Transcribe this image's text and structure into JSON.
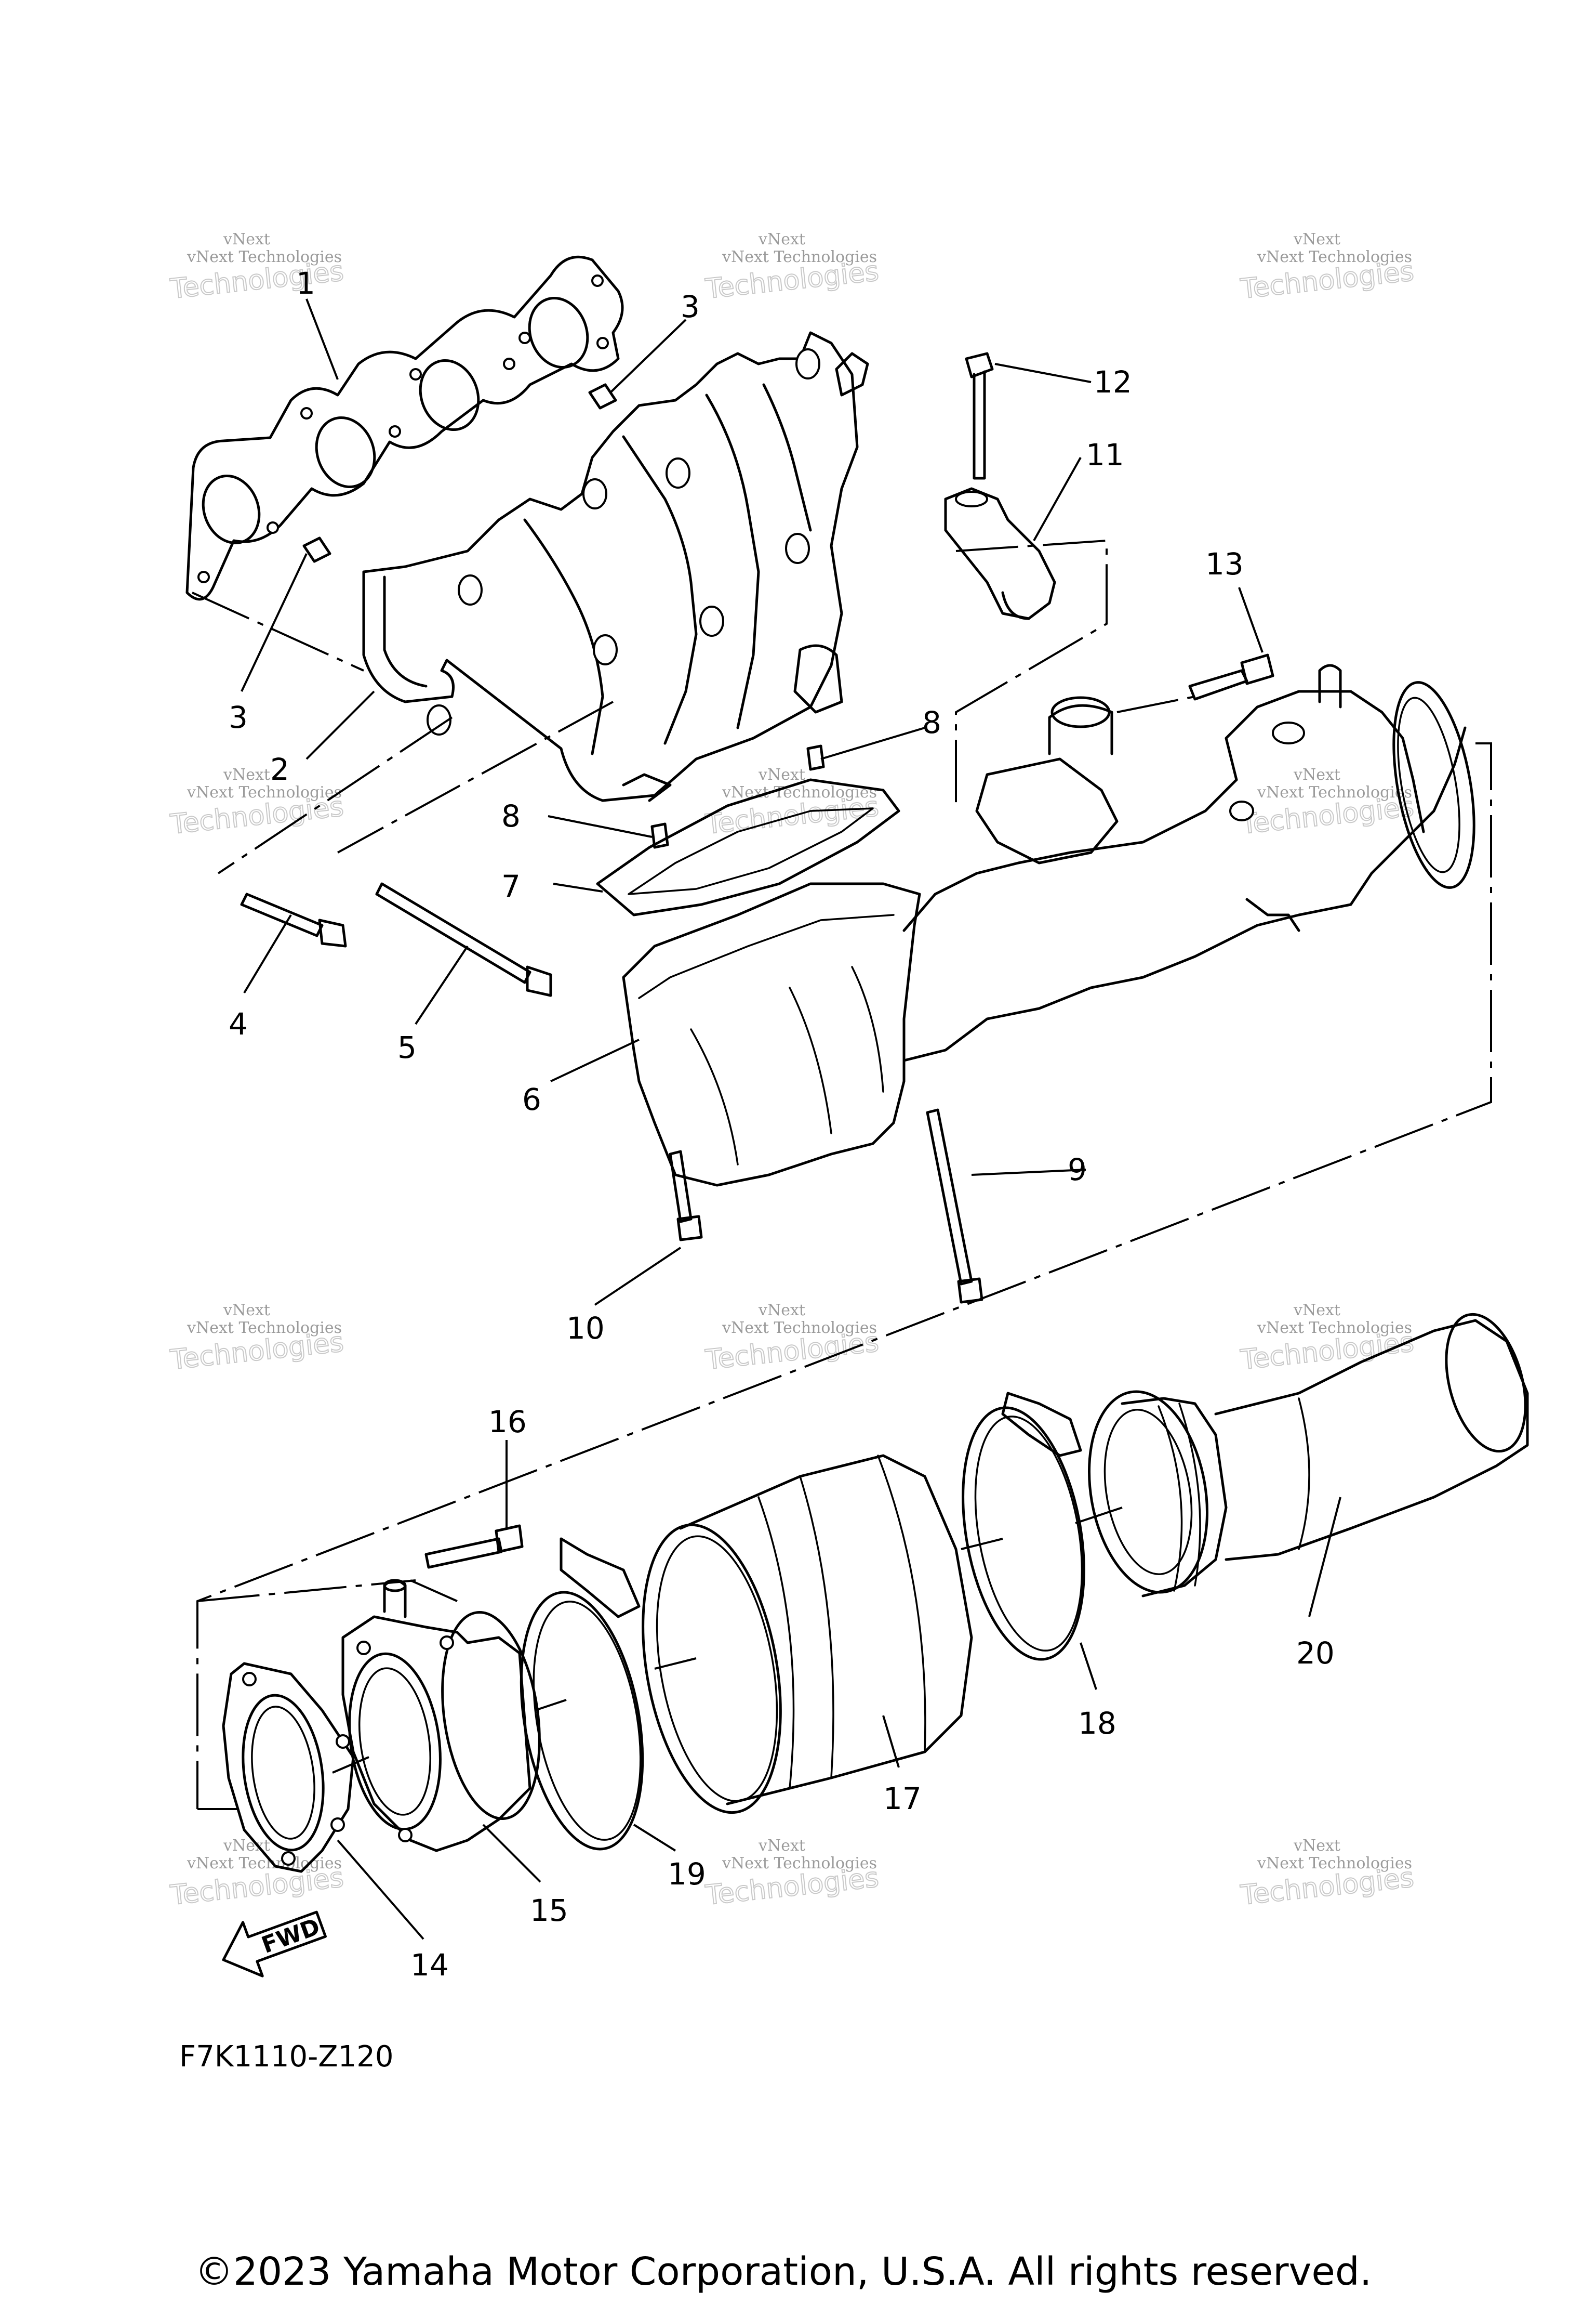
{
  "diagram": {
    "drawing_code": "F7K1110-Z120",
    "copyright": "©2023 Yamaha Motor Corporation, U.S.A. All rights reserved.",
    "direction_marker": "FWD",
    "watermark": {
      "line1": "vNext",
      "line2": "Technologies"
    },
    "callouts": [
      {
        "id": "1",
        "label": "1"
      },
      {
        "id": "2",
        "label": "2"
      },
      {
        "id": "3a",
        "label": "3"
      },
      {
        "id": "3b",
        "label": "3"
      },
      {
        "id": "4",
        "label": "4"
      },
      {
        "id": "5",
        "label": "5"
      },
      {
        "id": "6",
        "label": "6"
      },
      {
        "id": "7",
        "label": "7"
      },
      {
        "id": "8a",
        "label": "8"
      },
      {
        "id": "8b",
        "label": "8"
      },
      {
        "id": "9",
        "label": "9"
      },
      {
        "id": "10",
        "label": "10"
      },
      {
        "id": "11",
        "label": "11"
      },
      {
        "id": "12",
        "label": "12"
      },
      {
        "id": "13",
        "label": "13"
      },
      {
        "id": "14",
        "label": "14"
      },
      {
        "id": "15",
        "label": "15"
      },
      {
        "id": "16",
        "label": "16"
      },
      {
        "id": "17",
        "label": "17"
      },
      {
        "id": "18",
        "label": "18"
      },
      {
        "id": "19",
        "label": "19"
      },
      {
        "id": "20",
        "label": "20"
      }
    ]
  }
}
